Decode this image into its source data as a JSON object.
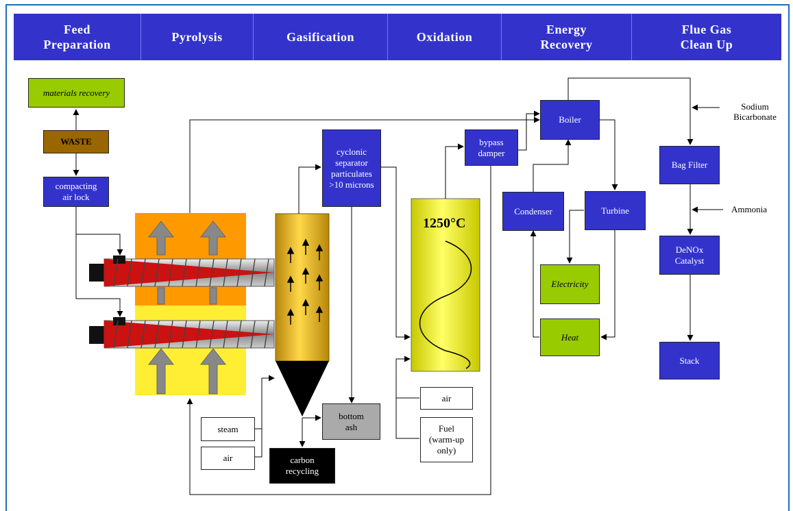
{
  "stages": [
    "Feed\nPreparation",
    "Pyrolysis",
    "Gasification",
    "Oxidation",
    "Energy\nRecovery",
    "Flue Gas\nClean Up"
  ],
  "nodes": {
    "materials_recovery": "materials recovery",
    "waste": "WASTE",
    "compacting_air_lock": "compacting\nair lock",
    "cyclonic_separator": "cyclonic\nseparator\nparticulates\n>10 microns",
    "bypass_damper": "bypass\ndamper",
    "boiler": "Boiler",
    "condenser": "Condenser",
    "turbine": "Turbine",
    "electricity": "Electricity",
    "heat": "Heat",
    "bag_filter": "Bag Filter",
    "denox_catalyst": "DeNOx\nCatalyst",
    "stack": "Stack",
    "steam": "steam",
    "air_gasifier": "air",
    "carbon_recycling": "carbon\nrecycling",
    "bottom_ash": "bottom\nash",
    "air_oxidizer": "air",
    "fuel": "Fuel\n(warm-up\nonly)"
  },
  "labels": {
    "temperature": "1250°C",
    "sodium_bicarbonate": "Sodium\nBicarbonate",
    "ammonia": "Ammonia"
  },
  "colors": {
    "stage_blue": "#3333cc",
    "process_blue": "#3333cc",
    "green": "#99cc00",
    "waste_brown": "#996600",
    "frame_blue": "#1e6fb8"
  }
}
